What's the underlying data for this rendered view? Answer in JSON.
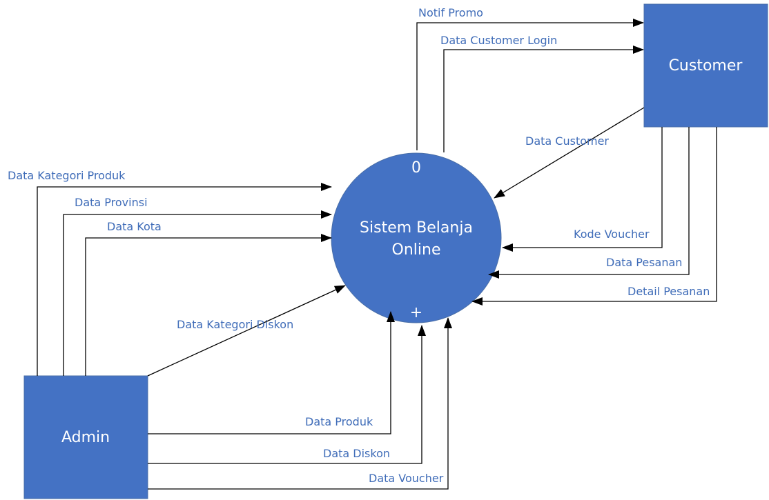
{
  "process": {
    "number": "0",
    "name_line1": "Sistem Belanja",
    "name_line2": "Online",
    "marker": "+",
    "color": "#4472c4"
  },
  "entities": {
    "customer": "Customer",
    "admin": "Admin",
    "color": "#4472c4"
  },
  "flows": {
    "notif_promo": "Notif Promo",
    "data_customer_login": "Data Customer Login",
    "data_customer": "Data Customer",
    "kode_voucher": "Kode Voucher",
    "data_pesanan": "Data Pesanan",
    "detail_pesanan": "Detail Pesanan",
    "data_kategori_produk": "Data Kategori Produk",
    "data_provinsi": "Data Provinsi",
    "data_kota": "Data Kota",
    "data_kategori_diskon": "Data Kategori Diskon",
    "data_produk": "Data Produk",
    "data_diskon": "Data Diskon",
    "data_voucher": "Data Voucher"
  }
}
